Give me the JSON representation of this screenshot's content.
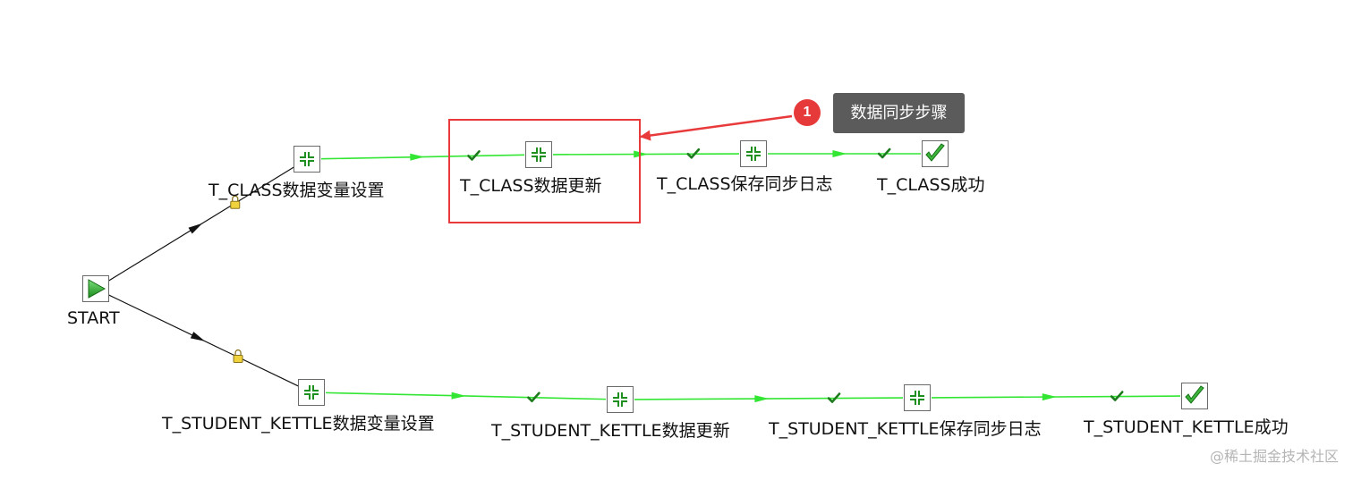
{
  "diagram": {
    "nodes": [
      {
        "id": "start",
        "label": "START",
        "icon": "start-play-icon"
      },
      {
        "id": "class_vars",
        "label": "T_CLASS数据变量设置",
        "icon": "transform-step-icon"
      },
      {
        "id": "class_update",
        "label": "T_CLASS数据更新",
        "icon": "transform-step-icon"
      },
      {
        "id": "class_log",
        "label": "T_CLASS保存同步日志",
        "icon": "transform-step-icon"
      },
      {
        "id": "class_success",
        "label": "T_CLASS成功",
        "icon": "success-check-icon"
      },
      {
        "id": "student_vars",
        "label": "T_STUDENT_KETTLE数据变量设置",
        "icon": "transform-step-icon"
      },
      {
        "id": "student_update",
        "label": "T_STUDENT_KETTLE数据更新",
        "icon": "transform-step-icon"
      },
      {
        "id": "student_log",
        "label": "T_STUDENT_KETTLE保存同步日志",
        "icon": "transform-step-icon"
      },
      {
        "id": "student_success",
        "label": "T_STUDENT_KETTLE成功",
        "icon": "success-check-icon"
      }
    ],
    "hops": [
      {
        "from": "start",
        "to": "class_vars",
        "kind": "unconditional",
        "marker": "lock-icon"
      },
      {
        "from": "class_vars",
        "to": "class_update",
        "kind": "on-success",
        "marker": "check-icon"
      },
      {
        "from": "class_update",
        "to": "class_log",
        "kind": "on-success",
        "marker": "check-icon"
      },
      {
        "from": "class_log",
        "to": "class_success",
        "kind": "on-success",
        "marker": "check-icon"
      },
      {
        "from": "start",
        "to": "student_vars",
        "kind": "unconditional",
        "marker": "lock-icon"
      },
      {
        "from": "student_vars",
        "to": "student_update",
        "kind": "on-success",
        "marker": "check-icon"
      },
      {
        "from": "student_update",
        "to": "student_log",
        "kind": "on-success",
        "marker": "check-icon"
      },
      {
        "from": "student_log",
        "to": "student_success",
        "kind": "on-success",
        "marker": "check-icon"
      }
    ],
    "colors": {
      "success_hop": "#33e633",
      "unconditional_hop": "#111111",
      "highlight": "#e8393b",
      "callout_bg": "#5b5b5b",
      "badge": "#e63a3a",
      "step_icon": "#1f8f1f"
    }
  },
  "annotation": {
    "badge": "1",
    "text": "数据同步步骤",
    "highlighted_node": "class_update"
  },
  "watermark": "@稀土掘金技术社区"
}
